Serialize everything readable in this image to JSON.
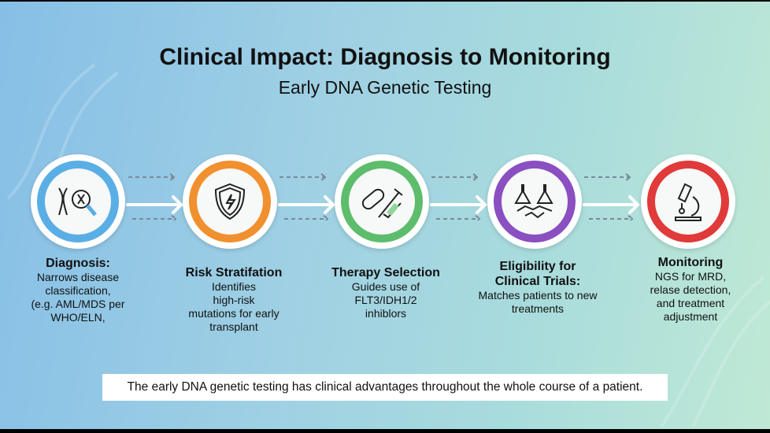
{
  "title": "Clinical Impact: Diagnosis to Monitoring",
  "subtitle": "Early DNA Genetic Testing",
  "steps": [
    {
      "title": "Diagnosis:",
      "lines": [
        "Narrows disease",
        "classification,",
        "(e.g. AML/MDS per",
        "WHO/ELN,"
      ],
      "color": "#5aaee6",
      "icon": "chromosome-magnifier-icon"
    },
    {
      "title": "Risk Stratifation",
      "lines": [
        "Identifies",
        "high-risk",
        "mutations for early",
        "transplant"
      ],
      "color": "#f0902e",
      "icon": "shield-lightning-icon"
    },
    {
      "title": "Therapy Selection",
      "lines": [
        "Guides use of",
        "FLT3/IDH1/2",
        "inhiblors"
      ],
      "color": "#5dbd6c",
      "icon": "pill-syringe-icon"
    },
    {
      "title": "Eligibility for",
      "title2": "Clinical Trials:",
      "lines": [
        "Matches patients to new",
        "treatments"
      ],
      "color": "#8a4fc0",
      "icon": "flasks-handshake-icon"
    },
    {
      "title": "Monitoring",
      "lines": [
        "NGS for MRD,",
        "relase detection,",
        "and treatment",
        "adjustment"
      ],
      "color": "#e03a3a",
      "icon": "microscope-icon"
    }
  ],
  "caption": "The early DNA genetic testing has clinical advantages throughout the whole course of a patient."
}
